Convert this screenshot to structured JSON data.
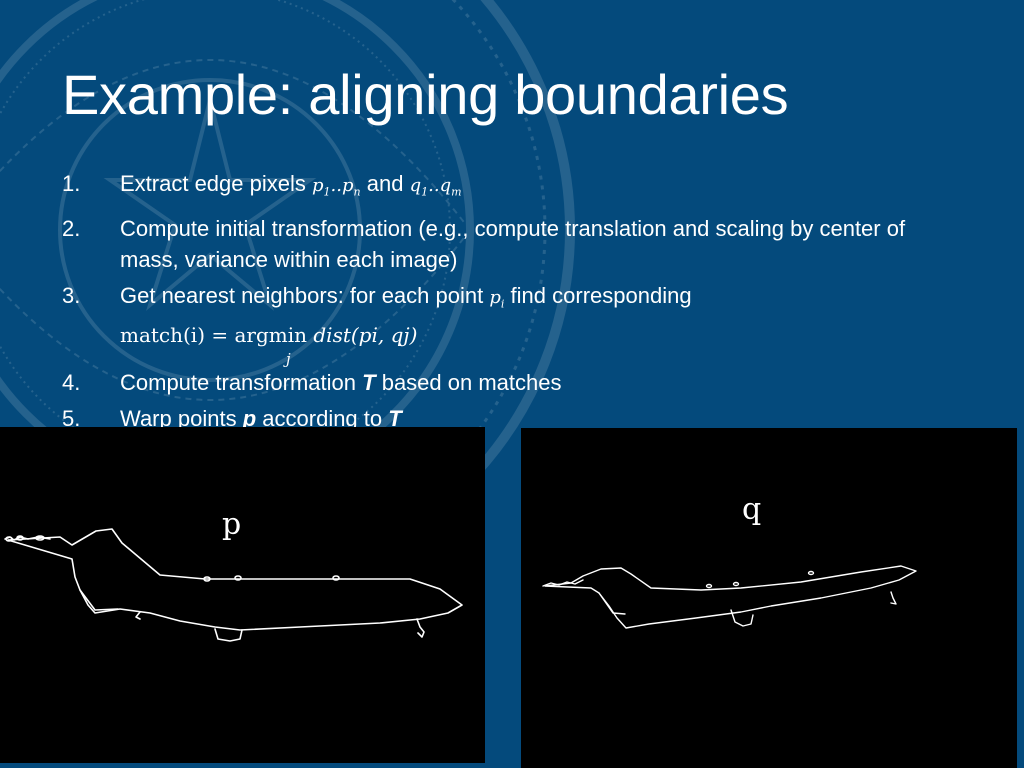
{
  "slide": {
    "title": "Example: aligning boundaries",
    "items": [
      {
        "number": "1.",
        "text_a": "Extract edge pixels",
        "text_and": "and",
        "p_var": "p",
        "p_sub1": "1",
        "p_dots": "..",
        "p_var2": "p",
        "p_subn": "n",
        "q_var": "q",
        "q_sub1": "1",
        "q_dots": "..",
        "q_var2": "q",
        "q_subm": "m"
      },
      {
        "number": "2.",
        "text": "Compute initial transformation (e.g., compute translation and scaling by center of mass, variance within each image)"
      },
      {
        "number": "3.",
        "text_a": "Get nearest neighbors: for each point",
        "pi_var": "p",
        "pi_sub": "i",
        "text_b": "find corresponding",
        "formula_lhs": "match(i) = argmin",
        "formula_fn": "dist(pi, qj)",
        "formula_under": "j"
      },
      {
        "number": "4.",
        "text_a": "Compute transformation",
        "bold": "T",
        "text_b": "based on matches"
      },
      {
        "number": "5.",
        "text_a": "Warp points",
        "bold1": "p",
        "text_b": "according to",
        "bold2": "T"
      }
    ]
  },
  "panels": {
    "left_label": "p",
    "right_label": "q"
  },
  "colors": {
    "background": "#044a7c",
    "panel": "#000000",
    "text": "#ffffff"
  }
}
